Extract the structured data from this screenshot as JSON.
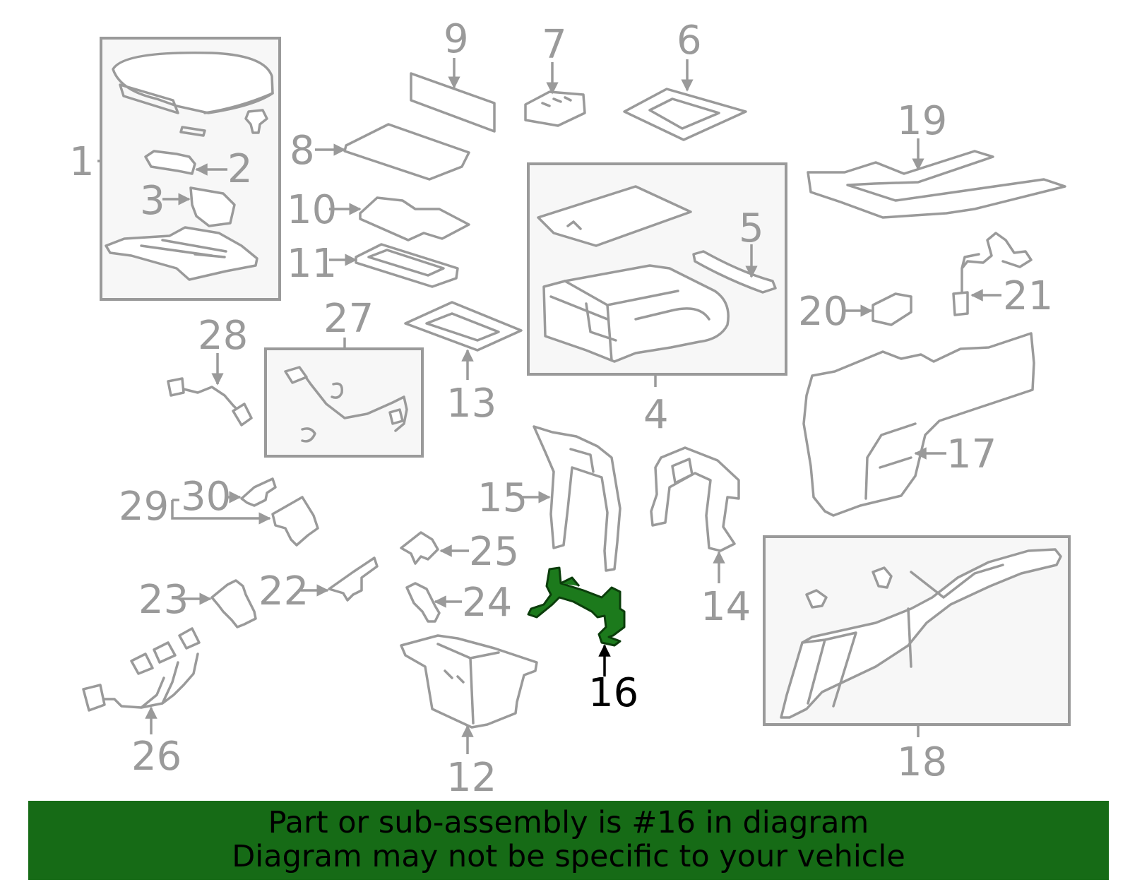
{
  "diagram": {
    "highlighted_part": "16",
    "colors": {
      "part_stroke": "#9a9a9a",
      "highlight_fill": "#1c7a1c",
      "banner": "#166b16",
      "callout_text": "#9a9a9a",
      "highlight_text": "#000000"
    },
    "callouts": {
      "c1": "1",
      "c2": "2",
      "c3": "3",
      "c4": "4",
      "c5": "5",
      "c6": "6",
      "c7": "7",
      "c8": "8",
      "c9": "9",
      "c10": "10",
      "c11": "11",
      "c12": "12",
      "c13": "13",
      "c14": "14",
      "c15": "15",
      "c16": "16",
      "c17": "17",
      "c18": "18",
      "c19": "19",
      "c20": "20",
      "c21": "21",
      "c22": "22",
      "c23": "23",
      "c24": "24",
      "c25": "25",
      "c26": "26",
      "c27": "27",
      "c28": "28",
      "c29": "29",
      "c30": "30"
    }
  },
  "banner": {
    "line1": "Part or sub-assembly is #16 in diagram",
    "line2": "Diagram may not be specific to your vehicle"
  }
}
